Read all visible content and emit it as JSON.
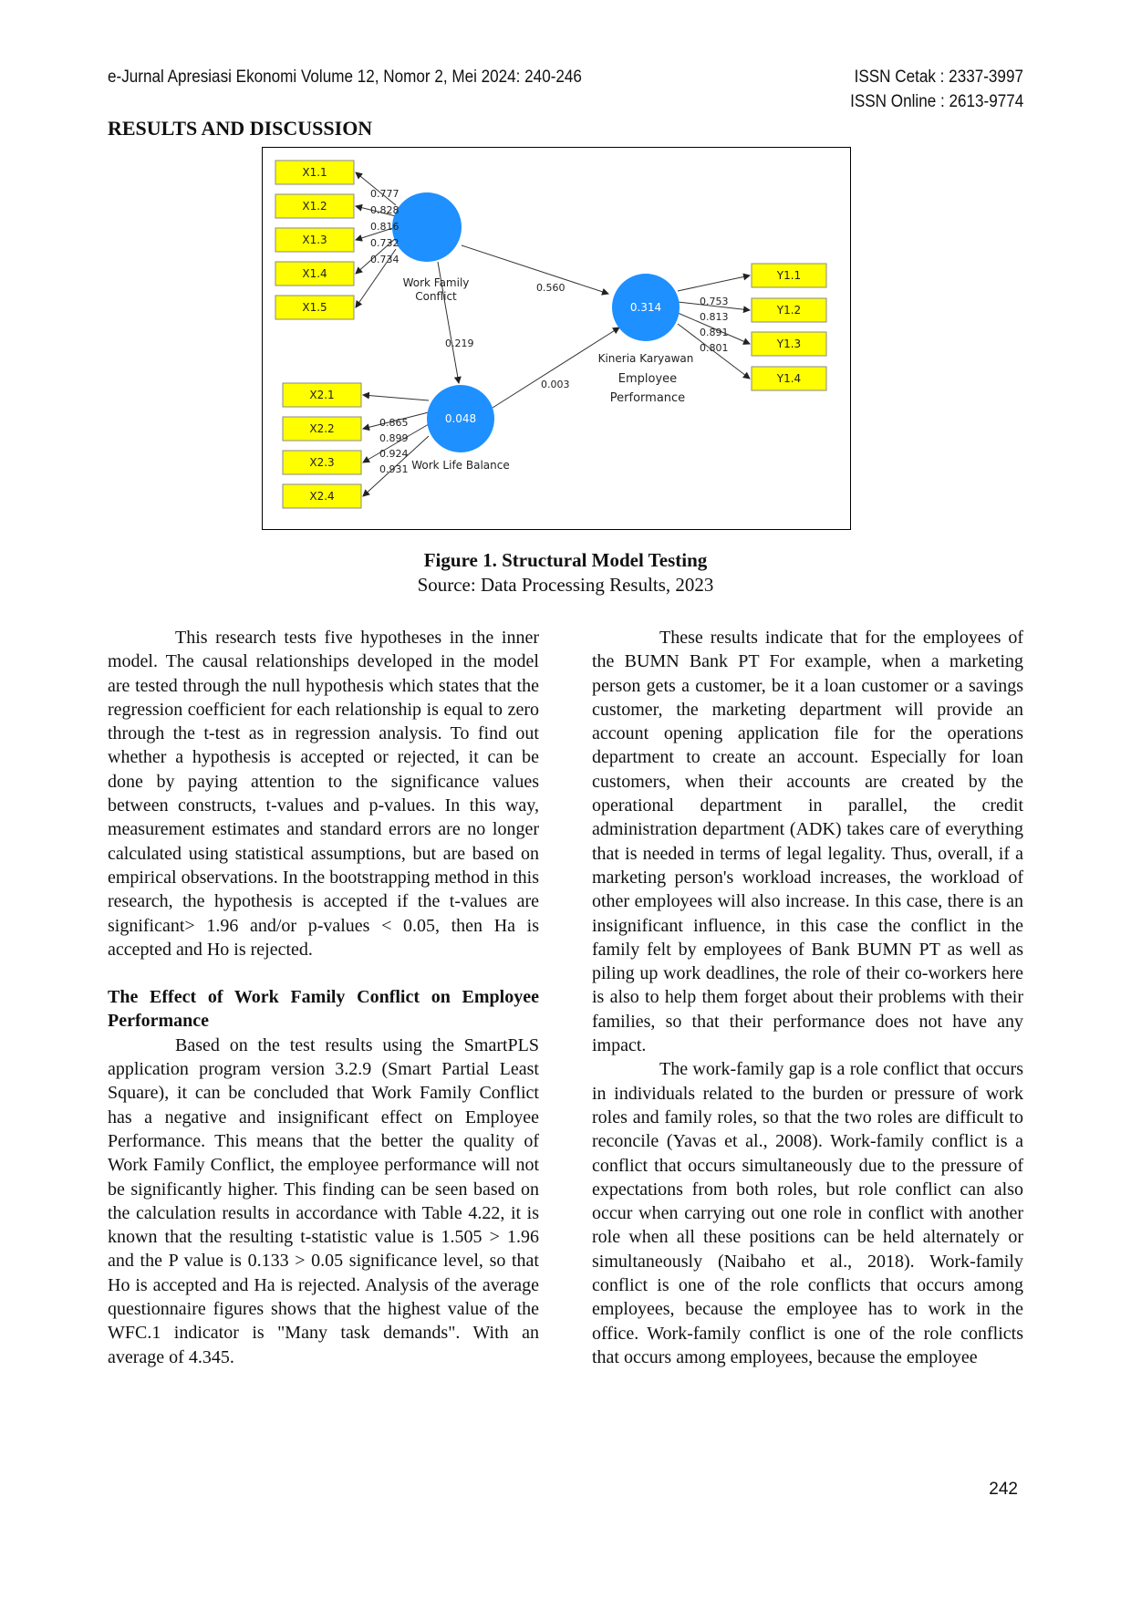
{
  "header": {
    "journal": "e-Jurnal Apresiasi Ekonomi  Volume 12, Nomor 2, Mei 2024: 240-246",
    "issn_print": "ISSN Cetak  : 2337-3997",
    "issn_online": "ISSN Online : 2613-9774"
  },
  "section_title": "RESULTS AND DISCUSSION",
  "figure": {
    "caption": "Figure 1. Structural Model Testing",
    "source": "Source: Data Processing Results, 2023",
    "nodes": {
      "wfc_label_1": "Work Family",
      "wfc_label_2": "Conflict",
      "ep_value": "0.314",
      "ep_label_1": "Kineria Karyawan",
      "ep_label_2": "Employee",
      "ep_label_3": "Performance",
      "wlb_value": "0.048",
      "wlb_label": "Work Life Balance"
    },
    "x1_indicators": [
      "X1.1",
      "X1.2",
      "X1.3",
      "X1.4",
      "X1.5"
    ],
    "x1_loadings": [
      "0.777",
      "0.828",
      "0.816",
      "0.732",
      "0.734"
    ],
    "x2_indicators": [
      "X2.1",
      "X2.2",
      "X2.3",
      "X2.4"
    ],
    "x2_loadings": [
      "0.865",
      "0.899",
      "0.924",
      "0.931"
    ],
    "y1_indicators": [
      "Y1.1",
      "Y1.2",
      "Y1.3",
      "Y1.4"
    ],
    "y1_loadings": [
      "0.753",
      "0.813",
      "0.891",
      "0.801"
    ],
    "paths": {
      "wfc_to_ep": "0.560",
      "wfc_to_wlb": "0.219",
      "wlb_to_ep": "0.003"
    },
    "colors": {
      "node": "#1e90ff",
      "indicator": "#ffff00"
    }
  },
  "left_column": {
    "p1": "This research tests five hypotheses in the inner model. The causal relationships developed in the model are tested through the null hypothesis which states that the regression coefficient for each relationship is equal to zero through the t-test as in regression analysis. To find out whether a hypothesis is accepted or rejected, it can be done by paying attention to the significance values between constructs, t-values and p-values. In this way, measurement estimates and standard errors are no longer calculated using statistical assumptions, but are based on empirical observations. In the bootstrapping method in this research, the hypothesis is accepted if the t-values are significant> 1.96 and/or p-values < 0.05, then Ha is accepted and Ho is rejected.",
    "heading": "The Effect of Work Family Conflict on Employee Performance",
    "p2": "Based on the test results using the SmartPLS application program version 3.2.9 (Smart Partial Least Square), it can be concluded that Work Family Conflict has a negative and insignificant effect on Employee Performance. This means that the better the quality of Work Family Conflict, the employee performance will not be significantly higher. This finding can be seen based on the calculation results in accordance with Table 4.22, it is known that the resulting t-statistic value is 1.505 > 1.96 and the P value is 0.133 > 0.05 significance level, so that Ho is accepted and Ha is rejected. Analysis of the average questionnaire figures shows that the highest value of the WFC.1 indicator is \"Many task demands\". With an average of 4.345."
  },
  "right_column": {
    "p1": "These results indicate that for the employees of the BUMN Bank PT For example, when a marketing person gets a customer, be it a loan customer or a savings customer, the marketing department will provide an account opening application file for the operations department to create an account. Especially for loan customers, when their accounts are created by the operational department in parallel, the credit administration department (ADK) takes care of everything that is needed in terms of legal legality. Thus, overall, if a marketing person's workload increases, the workload of other employees will also increase. In this case, there is an insignificant influence, in this case the conflict in the family felt by employees of Bank BUMN PT as well as piling up work deadlines, the role of their co-workers here is also to help them forget about their problems with their families, so that their performance does not have any impact.",
    "p2": "The work-family gap is a role conflict that occurs in individuals related to the burden or pressure of work roles and family roles, so that the two roles are difficult to reconcile (Yavas et al., 2008). Work-family conflict is a conflict that occurs simultaneously due to the pressure of expectations from both roles, but role conflict can also occur when carrying out one role in conflict with another role when all these positions can be held alternately or simultaneously (Naibaho et al., 2018). Work-family conflict is one of the role conflicts that occurs among employees, because the employee has to work in the office. Work-family conflict is one of the role conflicts that occurs among employees, because the employee"
  },
  "page_number": "242"
}
